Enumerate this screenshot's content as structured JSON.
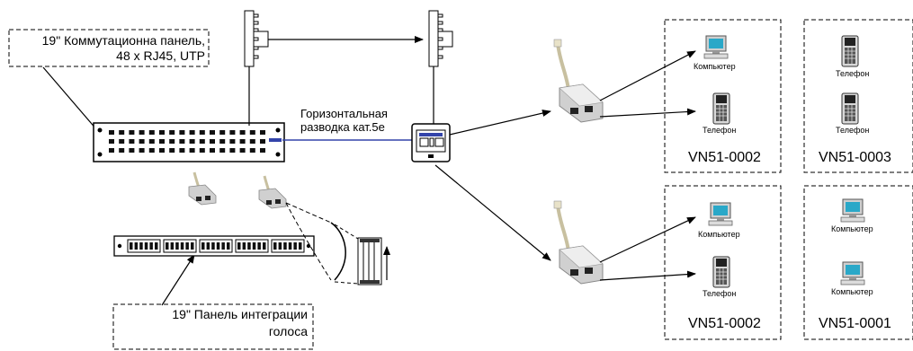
{
  "labels": {
    "patch_panel_line1": "19\" Коммутационна панель,",
    "patch_panel_line2": "48 x RJ45, UTP",
    "horizontal_line1": "Горизонтальная",
    "horizontal_line2": "разводка кат.5е",
    "voice_panel_line1": "19\" Панель интеграции",
    "voice_panel_line2": "голоса"
  },
  "rooms": [
    {
      "id": "VN51-0002",
      "devices": [
        "Компьютер",
        "Телефон"
      ]
    },
    {
      "id": "VN51-0003",
      "devices": [
        "Телефон",
        "Телефон"
      ]
    },
    {
      "id": "VN51-0002",
      "devices": [
        "Компьютер",
        "Телефон"
      ]
    },
    {
      "id": "VN51-0001",
      "devices": [
        "Компьютер",
        "Компьютер"
      ]
    }
  ],
  "colors": {
    "line": "#000000",
    "cable": "#3344aa",
    "screen": "#2aa8c8",
    "device_body": "#dddddd"
  }
}
